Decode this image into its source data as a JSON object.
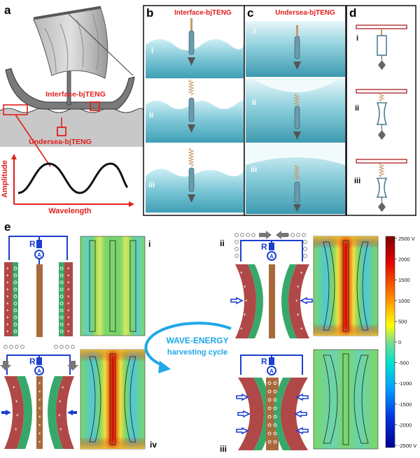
{
  "panels": {
    "a": {
      "label": "a",
      "interface_label": "Interface-bjTENG",
      "undersea_label": "Undersea-bjTENG",
      "y_axis_label": "Amplitude",
      "x_axis_label": "Wavelength"
    },
    "b": {
      "label": "b",
      "title": "Interface-bjTENG",
      "rows": [
        "i",
        "ii",
        "iii"
      ]
    },
    "c": {
      "label": "c",
      "title": "Undersea-bjTENG",
      "rows": [
        "i",
        "ii",
        "iii"
      ]
    },
    "d": {
      "label": "d",
      "rows": [
        "i",
        "ii",
        "iii"
      ]
    },
    "e": {
      "label": "e",
      "stages": [
        "i",
        "ii",
        "iii",
        "iv"
      ],
      "resistor_label": "R",
      "meter_label": "A",
      "cycle_line1": "WAVE-ENERGY",
      "cycle_line2": "harvesting cycle"
    }
  },
  "colorbar": {
    "ticks": [
      "2500 V",
      "2000",
      "1500",
      "1000",
      "500",
      "0",
      "-500",
      "-1000",
      "-1500",
      "-2000",
      "-2500 V"
    ],
    "colors": [
      "#00008f",
      "#0040ff",
      "#00c0ff",
      "#60ff9f",
      "#ffff00",
      "#ff8000",
      "#e00000",
      "#800000"
    ]
  },
  "colors": {
    "accent_red": "#e0201c",
    "circuit_blue": "#1c3fd0",
    "water_dark": "#3f9fb5",
    "water_light": "#cdeff5",
    "electrode_brown": "#a86a3c",
    "film_red": "#b04848",
    "film_green": "#38a86a",
    "field_green": "#7ad66a"
  }
}
